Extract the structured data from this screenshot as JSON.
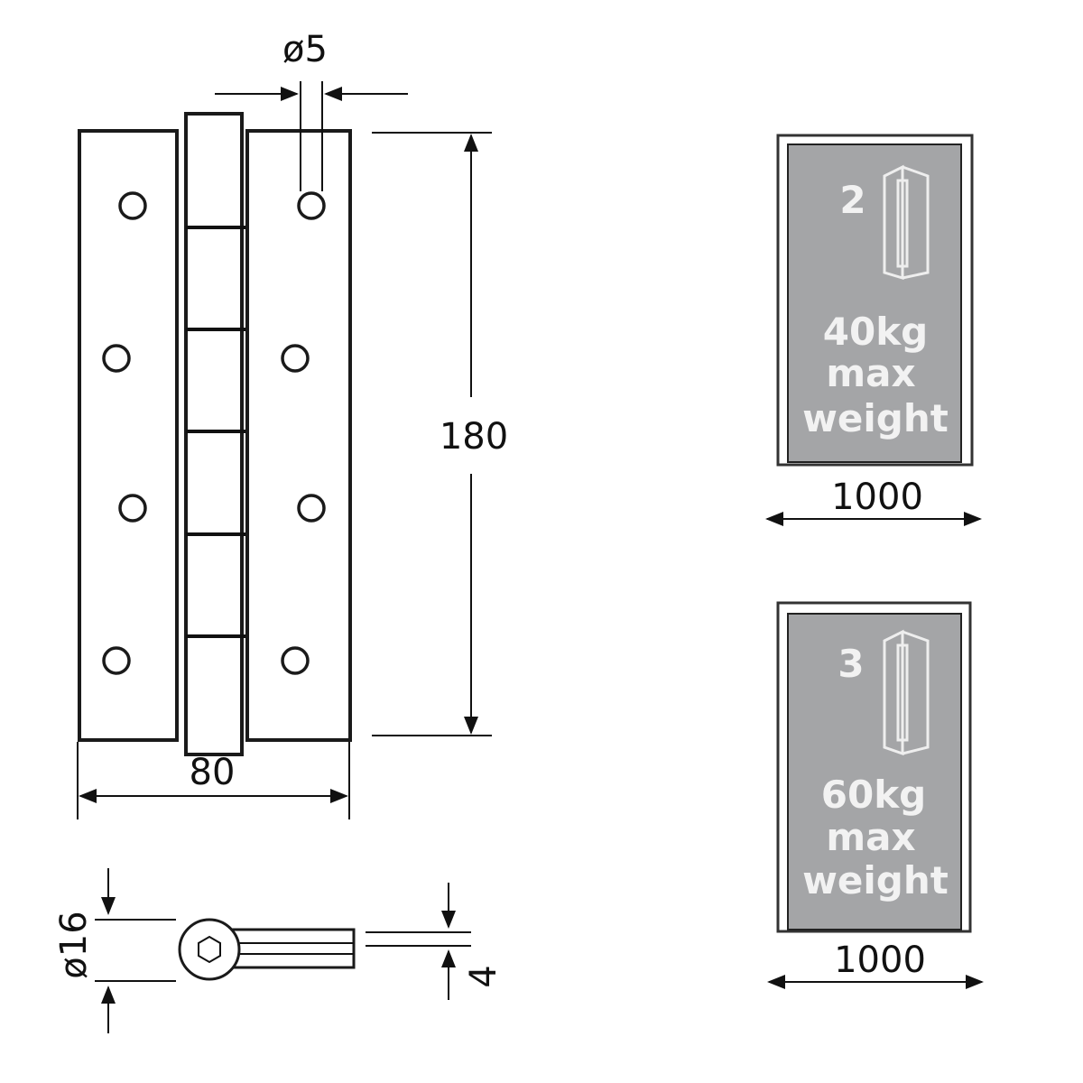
{
  "hinge_dimensions": {
    "pin_diameter": "ø5",
    "height": "180",
    "width": "80",
    "knuckle_diameter": "ø16",
    "leaf_thickness": "4"
  },
  "doors": [
    {
      "hinges": "2",
      "weight": "40kg",
      "max": "max",
      "weight_label": "weight",
      "width": "1000"
    },
    {
      "hinges": "3",
      "weight": "60kg",
      "max": "max",
      "weight_label": "weight",
      "width": "1000"
    }
  ],
  "colors": {
    "panel": "#a4a5a7",
    "line": "#111111"
  }
}
